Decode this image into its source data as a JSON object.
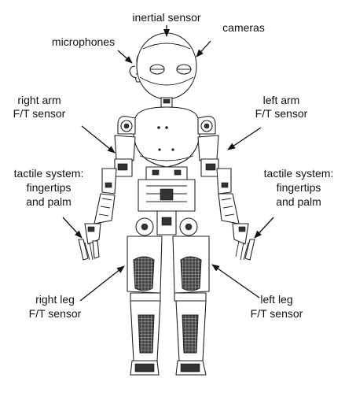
{
  "labels": {
    "inertial": "inertial sensor",
    "cameras": "cameras",
    "microphones": "microphones",
    "right_arm_1": "right arm",
    "right_arm_2": "F/T sensor",
    "left_arm_1": "left arm",
    "left_arm_2": "F/T sensor",
    "tactile_r_1": "tactile system:",
    "tactile_r_2": "fingertips",
    "tactile_r_3": "and palm",
    "tactile_l_1": "tactile system:",
    "tactile_l_2": "fingertips",
    "tactile_l_3": "and palm",
    "right_leg_1": "right leg",
    "right_leg_2": "F/T sensor",
    "left_leg_1": "left leg",
    "left_leg_2": "F/T sensor"
  }
}
